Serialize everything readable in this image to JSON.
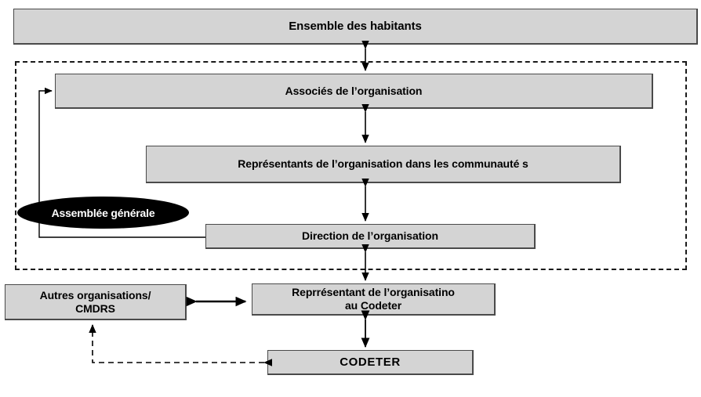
{
  "diagram": {
    "title": "Organisation governance structure",
    "colors": {
      "box_fill": "#d4d4d4",
      "box_border": "#4a4a4a",
      "ellipse_fill": "#000000",
      "ellipse_text": "#ffffff",
      "connector": "#000000",
      "dashed_border": "#1a1a1a",
      "background": "#ffffff"
    },
    "nodes": {
      "ensemble": {
        "label": "Ensemble des habitants"
      },
      "associes": {
        "label": "Associés de l’organisation"
      },
      "representants": {
        "label": "Représentants de l’organisation dans les communauté s"
      },
      "direction": {
        "label": "Direction de l’organisation"
      },
      "assemblee": {
        "label": "Assemblée générale"
      },
      "autres": {
        "line1": "Autres organisations/",
        "line2": "CMDRS"
      },
      "representant_codeter": {
        "line1": "Reprrésentant de l’organisatino",
        "line2": "au Codeter"
      },
      "codeter": {
        "label": "CODETER"
      }
    },
    "connectors": [
      {
        "name": "ensemble-associes",
        "style": "solid",
        "arrows": "double"
      },
      {
        "name": "associes-representants",
        "style": "solid",
        "arrows": "double"
      },
      {
        "name": "representants-direction",
        "style": "solid",
        "arrows": "double"
      },
      {
        "name": "direction-assemblee-associes",
        "style": "solid",
        "arrows": "single"
      },
      {
        "name": "direction-representant-codeter",
        "style": "solid",
        "arrows": "double"
      },
      {
        "name": "autres-representant-codeter",
        "style": "solid",
        "arrows": "double"
      },
      {
        "name": "representant-codeter-codeter",
        "style": "solid",
        "arrows": "double"
      },
      {
        "name": "codeter-autres",
        "style": "dashed",
        "arrows": "double"
      }
    ]
  }
}
